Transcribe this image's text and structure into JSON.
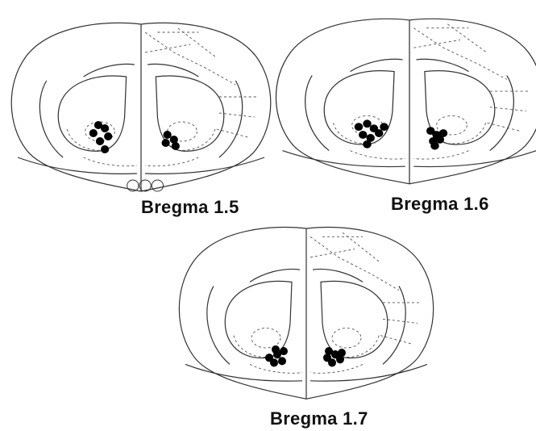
{
  "panels": [
    {
      "label": "Bregma 1.5"
    },
    {
      "label": "Bregma 1.6"
    },
    {
      "label": "Bregma 1.7"
    }
  ],
  "colors": {
    "outline": "#333333",
    "dashed": "#555555",
    "dot": "#000000",
    "background": "#ffffff"
  }
}
